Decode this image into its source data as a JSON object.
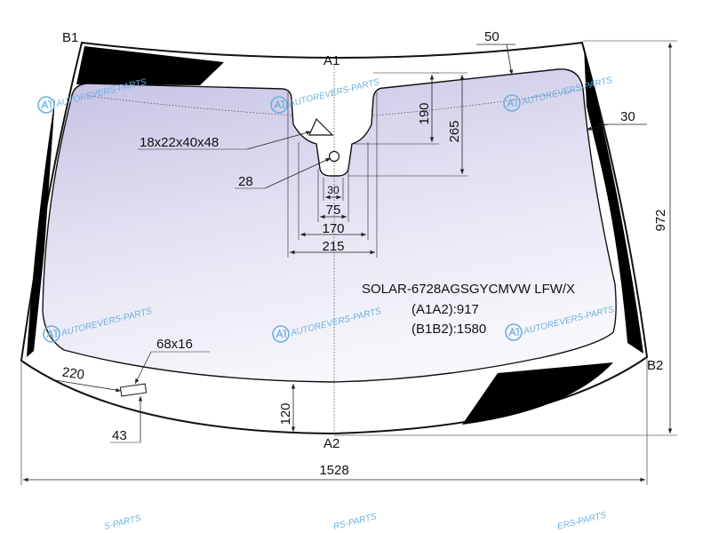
{
  "points": {
    "a1": "A1",
    "a2": "A2",
    "b1": "B1",
    "b2": "B2"
  },
  "dimensions": {
    "top_margin": "50",
    "side_margin": "30",
    "height": "972",
    "width": "1528",
    "sensor_width": "215",
    "mirror_width": "170",
    "bracket_width": "75",
    "neck_width": "30",
    "sensor_height_inner": "190",
    "sensor_height_outer": "265",
    "bottom_margin": "120",
    "bracket_size": "18x22x40x48",
    "circle_dim": "28",
    "label_size": "68x16",
    "label_offset_h": "220",
    "label_offset_v": "43"
  },
  "spec": {
    "part_code": "SOLAR-6728AGSGYCMVW LFW/X",
    "a1a2": "(A1A2):917",
    "b1b2": "(B1B2):1580"
  },
  "watermark": {
    "text": "AUTOREVERS-PARTS",
    "text_partial_1": "S-PARTS",
    "text_partial_2": "RS-PARTS",
    "text_partial_3": "ERS-PARTS"
  },
  "colors": {
    "outline": "#111111",
    "frit": "#000000",
    "glass_top": "#c9c6e6",
    "glass_bottom": "#f3f3fa",
    "watermark": "#6ab0e0"
  }
}
